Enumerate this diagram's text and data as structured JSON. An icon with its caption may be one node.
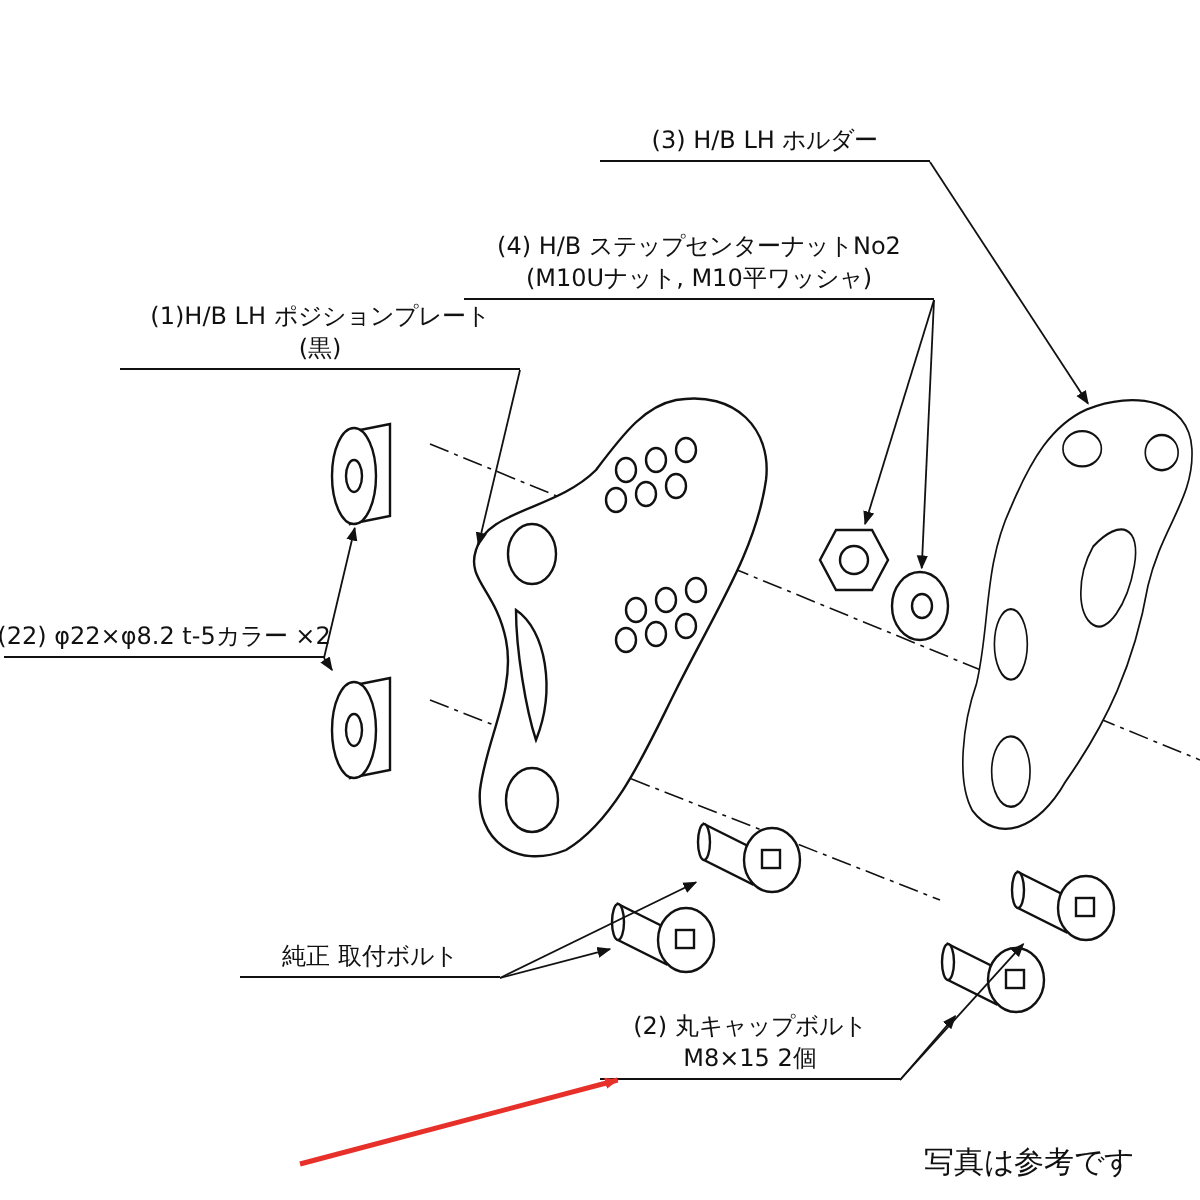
{
  "diagram": {
    "nodes": [
      {
        "text": [
          "(3) H/B LH ホルダー"
        ]
      },
      {
        "text": [
          "(4) H/B ステップセンターナットNo2",
          "(M10Uナット, M10平ワッシャ)"
        ]
      },
      {
        "text": [
          "(1)H/B LH ポジションプレート",
          "(黒)"
        ]
      },
      {
        "text": [
          "(22) φ22×φ8.2 t-5カラー ×2"
        ]
      },
      {
        "text": [
          "純正 取付ボルト"
        ]
      },
      {
        "text": [
          "(2) 丸キャップボルト",
          "M8×15 2個"
        ]
      },
      {
        "text": [],
        "shape": "picture"
      },
      {
        "text": [],
        "shape": "picture"
      },
      {
        "text": [],
        "shape": "picture"
      },
      {
        "text": [],
        "shape": "picture"
      },
      {
        "text": [],
        "shape": "picture"
      },
      {
        "text": [],
        "shape": "picture"
      },
      {
        "text": [],
        "shape": "picture"
      },
      {
        "text": [],
        "shape": "picture"
      },
      {
        "text": [],
        "shape": "picture"
      },
      {
        "text": [],
        "shape": "picture"
      }
    ],
    "edges": [
      {
        "from": 0,
        "to": 6,
        "arrow": "to"
      },
      {
        "from": 1,
        "to": 7,
        "arrow": "to"
      },
      {
        "from": 1,
        "to": 8,
        "arrow": "to"
      },
      {
        "from": 2,
        "to": 9,
        "arrow": "to"
      },
      {
        "from": 3,
        "to": 10,
        "arrow": "to"
      },
      {
        "from": 3,
        "to": 11,
        "arrow": "to"
      },
      {
        "from": 4,
        "to": 12,
        "arrow": "to"
      },
      {
        "from": 4,
        "to": 13,
        "arrow": "to"
      },
      {
        "from": 5,
        "to": 14,
        "arrow": "to"
      },
      {
        "from": 5,
        "to": 15,
        "arrow": "to"
      },
      {
        "from": null,
        "to": 5,
        "arrow": "to",
        "style": "thick",
        "color": "#e8302a"
      }
    ],
    "labels": [
      "写真は参考です"
    ]
  }
}
